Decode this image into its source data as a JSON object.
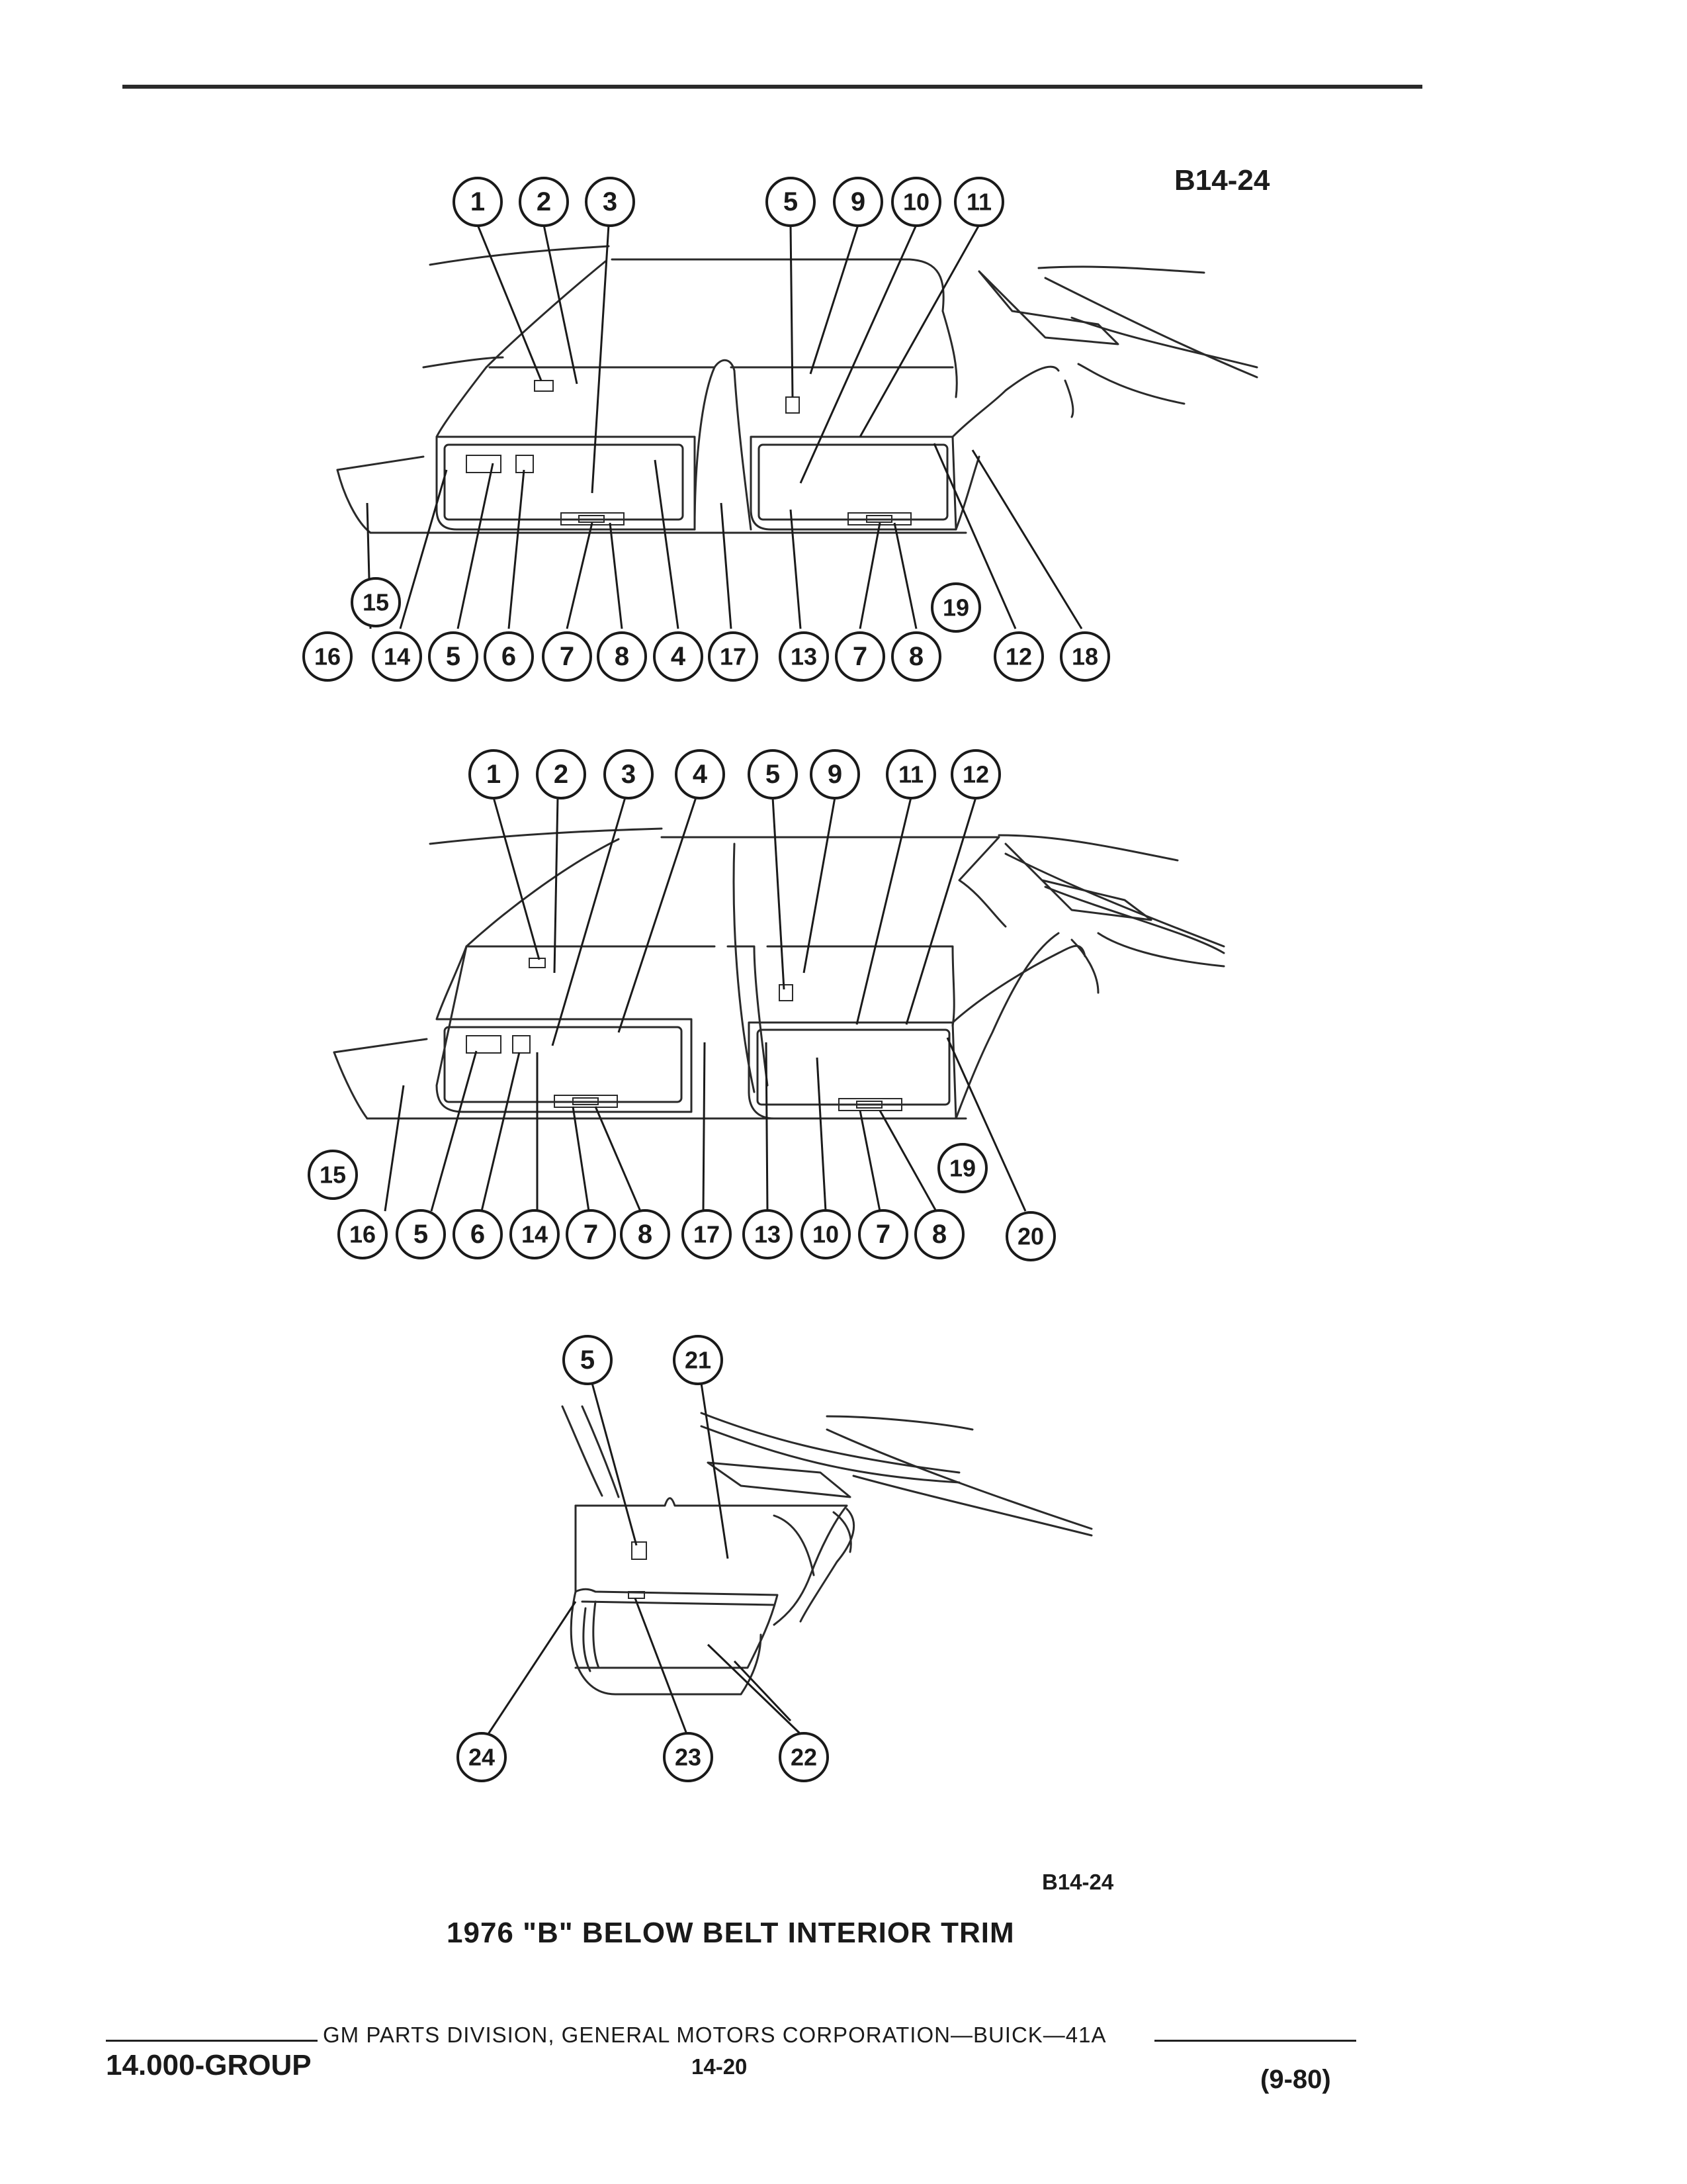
{
  "header": {
    "code_top": "B14-24"
  },
  "caption": {
    "code": "B14-24",
    "title": "1976 \"B\" BELOW BELT INTERIOR TRIM"
  },
  "footer": {
    "division": "GM PARTS DIVISION, GENERAL MOTORS CORPORATION—BUICK—41A",
    "group": "14.000-GROUP",
    "page": "14-20",
    "edition": "(9-80)"
  },
  "diagram_1": {
    "callouts_top": [
      "1",
      "2",
      "3",
      "5",
      "9",
      "10",
      "11"
    ],
    "callouts_bottom": [
      "16",
      "14",
      "5",
      "6",
      "7",
      "8",
      "4",
      "17",
      "13",
      "7",
      "8",
      "12",
      "18"
    ],
    "callouts_side": [
      "15",
      "19"
    ]
  },
  "diagram_2": {
    "callouts_top": [
      "1",
      "2",
      "3",
      "4",
      "5",
      "9",
      "11",
      "12"
    ],
    "callouts_bottom": [
      "16",
      "5",
      "6",
      "14",
      "7",
      "8",
      "17",
      "13",
      "10",
      "7",
      "8",
      "20"
    ],
    "callouts_side": [
      "15",
      "19"
    ]
  },
  "diagram_3": {
    "callouts_top": [
      "5",
      "21"
    ],
    "callouts_bottom": [
      "24",
      "23",
      "22"
    ]
  }
}
